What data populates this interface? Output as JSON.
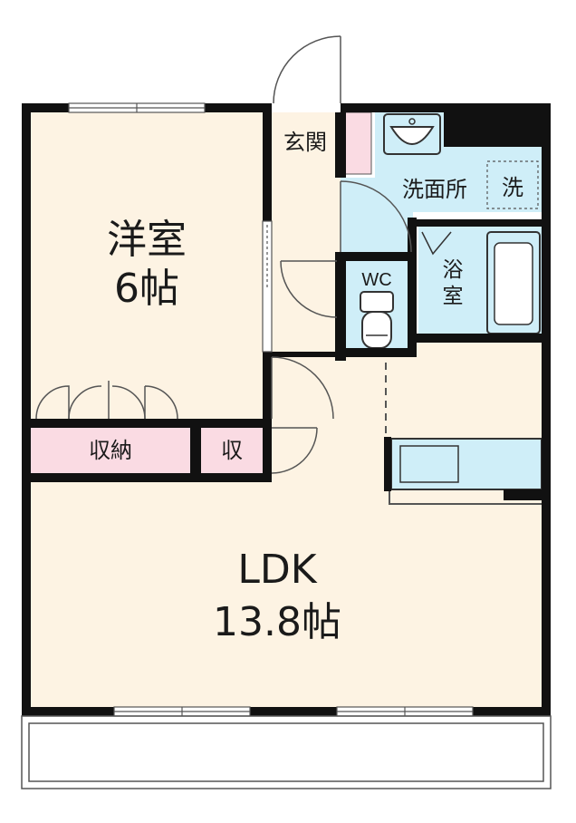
{
  "rooms": {
    "western_room": {
      "name": "洋室",
      "size": "6帖"
    },
    "ldk": {
      "name": "LDK",
      "size": "13.8帖"
    },
    "entrance": {
      "name": "玄関"
    },
    "washroom": {
      "name": "洗面所"
    },
    "washer": {
      "name": "洗"
    },
    "wc": {
      "name": "WC"
    },
    "bath": {
      "name": "浴\n室"
    },
    "storage_main": {
      "name": "収納"
    },
    "storage_small": {
      "name": "収"
    }
  },
  "colors": {
    "floor": "#fdf3e3",
    "wet_area": "#cfeef8",
    "storage": "#fadbe3",
    "wall": "#111111",
    "outline": "#555555"
  }
}
